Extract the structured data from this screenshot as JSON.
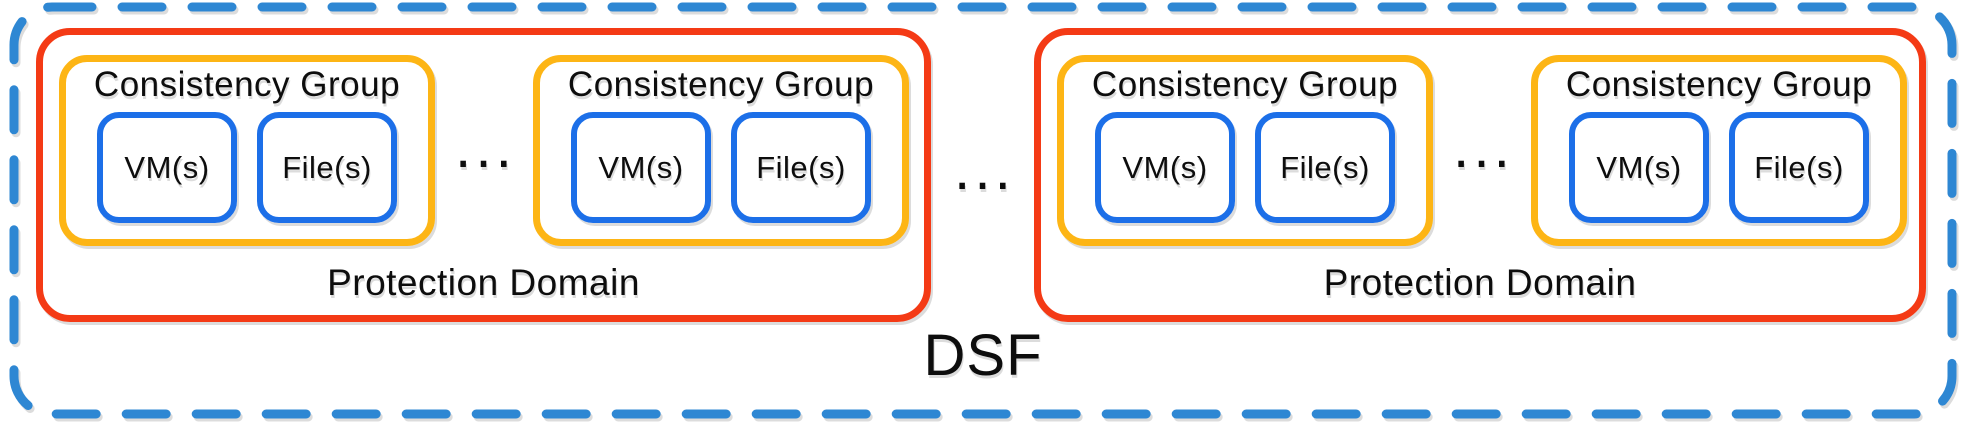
{
  "fabric": {
    "label": "DSF",
    "pd_ellipsis": "···",
    "protection_domains": [
      {
        "label": "Protection Domain",
        "cg_ellipsis": "···",
        "consistency_groups": [
          {
            "label": "Consistency Group",
            "items": [
              {
                "label": "VM(s)"
              },
              {
                "label": "File(s)"
              }
            ]
          },
          {
            "label": "Consistency Group",
            "items": [
              {
                "label": "VM(s)"
              },
              {
                "label": "File(s)"
              }
            ]
          }
        ]
      },
      {
        "label": "Protection Domain",
        "cg_ellipsis": "···",
        "consistency_groups": [
          {
            "label": "Consistency Group",
            "items": [
              {
                "label": "VM(s)"
              },
              {
                "label": "File(s)"
              }
            ]
          },
          {
            "label": "Consistency Group",
            "items": [
              {
                "label": "VM(s)"
              },
              {
                "label": "File(s)"
              }
            ]
          }
        ]
      }
    ]
  },
  "colors": {
    "dsf_border": "#2E87D3",
    "pd_border": "#F43A15",
    "cg_border": "#FDB515",
    "item_border": "#1C6FE8",
    "shadow": "#DCDCDC",
    "text": "#0D0D0D",
    "bg": "#FFFFFF"
  }
}
